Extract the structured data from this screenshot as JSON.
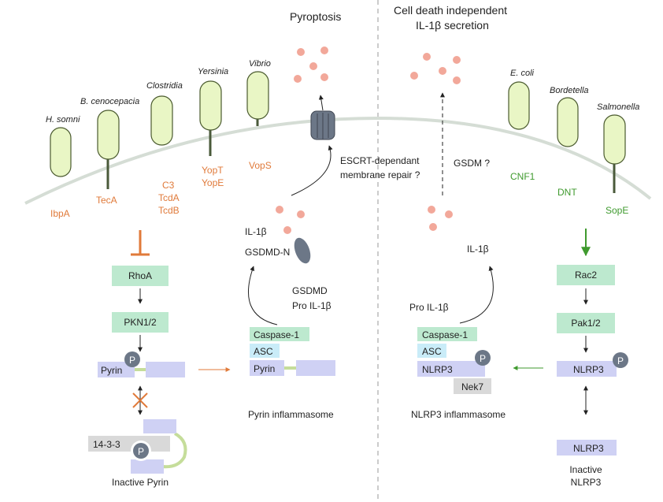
{
  "headings": {
    "pyroptosis": "Pyroptosis",
    "il1_secretion_line1": "Cell death independent",
    "il1_secretion_line2": "IL-1β secretion"
  },
  "bacteria": {
    "h_somni": {
      "name": "H. somni",
      "toxin": "IbpA"
    },
    "b_cenocepacia": {
      "name": "B. cenocepacia",
      "toxin": "TecA"
    },
    "clostridia": {
      "name": "Clostridia",
      "toxins": [
        "C3",
        "TcdA",
        "TcdB"
      ]
    },
    "yersinia": {
      "name": "Yersinia",
      "toxins": [
        "YopT",
        "YopE"
      ]
    },
    "vibrio": {
      "name": "Vibrio",
      "toxin": "VopS"
    },
    "e_coli": {
      "name": "E. coli",
      "toxin": "CNF1"
    },
    "bordetella": {
      "name": "Bordetella",
      "toxin": "DNT"
    },
    "salmonella": {
      "name": "Salmonella",
      "toxin": "SopE"
    }
  },
  "left_pathway": {
    "rhoa": "RhoA",
    "pkn": "PKN1/2",
    "pyrin": "Pyrin",
    "p_label": "P",
    "protein_1433": "14-3-3",
    "inactive_pyrin": "Inactive Pyrin"
  },
  "pyrin_inflammasome": {
    "il1b": "IL-1β",
    "gsdmd_n": "GSDMD-N",
    "gsdmd": "GSDMD",
    "pro_il1b": "Pro IL-1β",
    "caspase": "Caspase-1",
    "asc": "ASC",
    "pyrin": "Pyrin",
    "label": "Pyrin inflammasome"
  },
  "membrane_repair": {
    "line1": "ESCRT-dependant",
    "line2": "membrane repair ?"
  },
  "gsdm_question": "GSDM ?",
  "nlrp3_inflammasome": {
    "il1b": "IL-1β",
    "pro_il1b": "Pro IL-1β",
    "caspase": "Caspase-1",
    "asc": "ASC",
    "nlrp3": "NLRP3",
    "p_label": "P",
    "nek7": "Nek7",
    "label": "NLRP3 inflammasome"
  },
  "right_pathway": {
    "rac2": "Rac2",
    "pak": "Pak1/2",
    "nlrp3": "NLRP3",
    "p_label": "P",
    "nlrp3_inactive": "NLRP3",
    "inactive_line1": "Inactive",
    "inactive_line2": "NLRP3"
  },
  "colors": {
    "inhibitor_orange": "#e07a3a",
    "activator_green": "#3f9a2e",
    "il1b_dot": "#f2a89a",
    "pore_gray": "#6c7787",
    "membrane": "#d5ddd5"
  }
}
